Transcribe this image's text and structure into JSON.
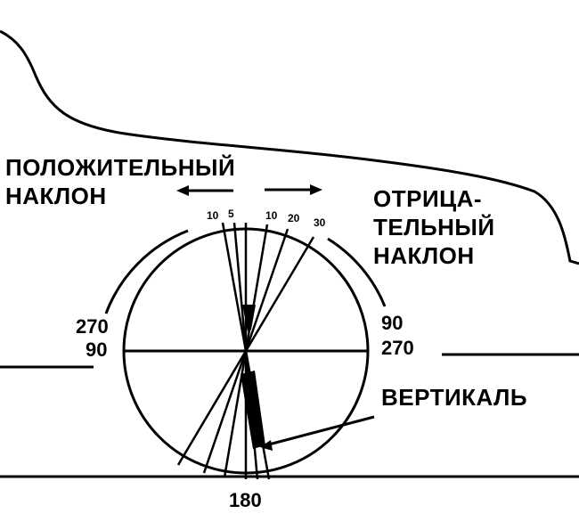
{
  "labels": {
    "positive_line1": "ПОЛОЖИТЕЛЬНЫЙ",
    "positive_line2": "НАКЛОН",
    "negative_line1": "ОТРИЦА-",
    "negative_line2": "ТЕЛЬНЫЙ",
    "negative_line3": "НАКЛОН",
    "vertical": "ВЕРТИКАЛЬ",
    "left_top": "270",
    "left_bottom": "90",
    "right_top": "90",
    "right_bottom": "270",
    "bottom": "180"
  },
  "scale_ticks": {
    "positive": [
      "10",
      "5"
    ],
    "negative": [
      "10",
      "20",
      "30"
    ]
  },
  "colors": {
    "ink": "#000000",
    "paper": "#ffffff"
  }
}
